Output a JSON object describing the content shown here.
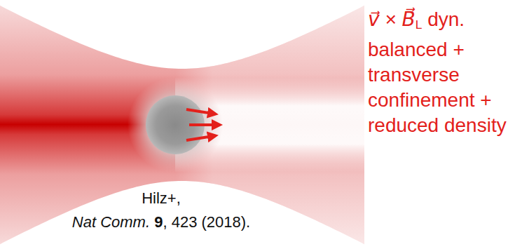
{
  "diagram": {
    "labels": [
      "v⃗ × B⃗",
      "L",
      "dyn. balanced + transverse confinement + reduced density",
      "Hilz+,",
      "Nat Comm.",
      "9",
      ", 423 (2018)."
    ]
  }
}
